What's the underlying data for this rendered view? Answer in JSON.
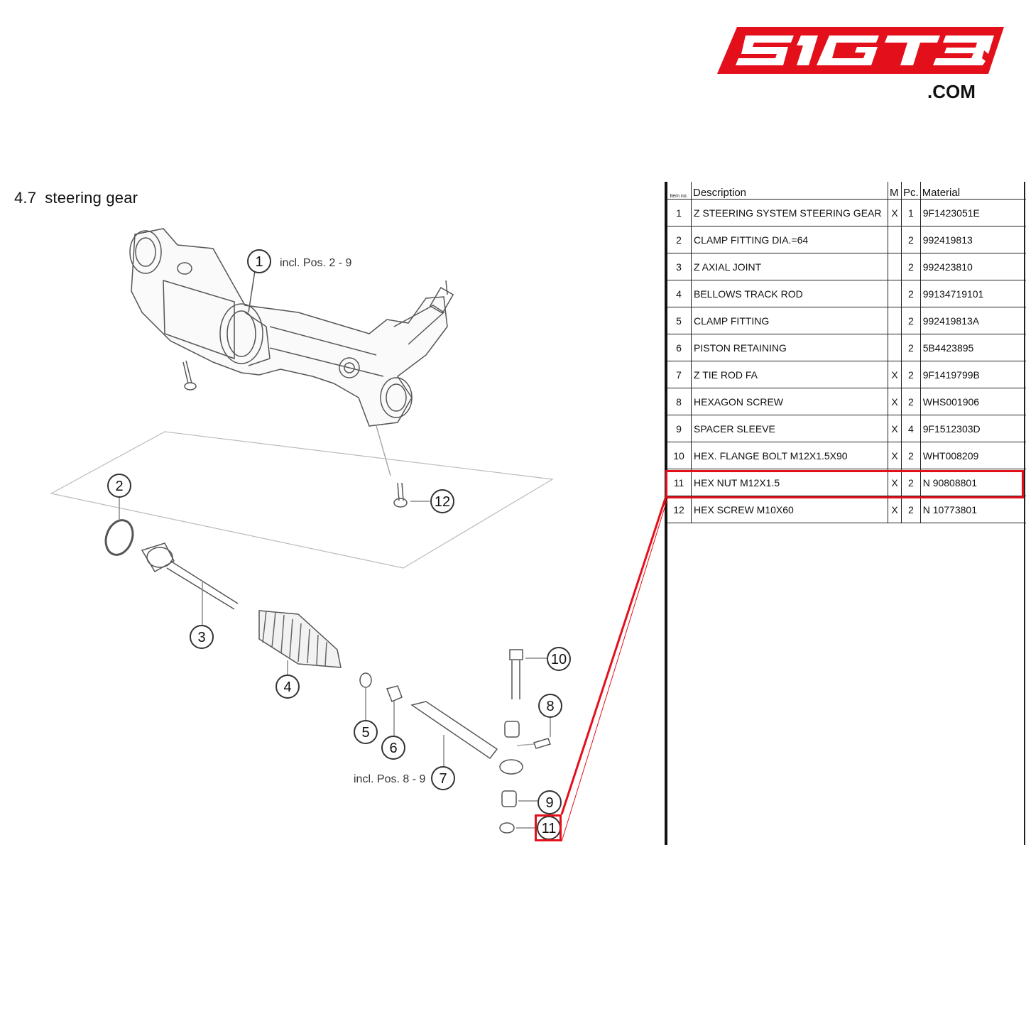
{
  "brand": {
    "logo_text": "SIGT3",
    "domain": ".COM",
    "color": "#e3101b"
  },
  "section": {
    "number": "4.7",
    "title": "steering gear"
  },
  "diagram": {
    "callouts": [
      "1",
      "2",
      "3",
      "4",
      "5",
      "6",
      "7",
      "8",
      "9",
      "10",
      "11",
      "12"
    ],
    "notes": {
      "pos1": "incl. Pos. 2 - 9",
      "pos7": "incl. Pos. 8 - 9"
    },
    "highlight_color": "#e3101b",
    "highlighted_item": "11"
  },
  "parts_table": {
    "headers": {
      "item": "Item no.",
      "description": "Description",
      "m": "M",
      "pc": "Pc.",
      "material": "Material"
    },
    "rows": [
      {
        "item": "1",
        "description": "Z STEERING SYSTEM STEERING GEAR",
        "m": "X",
        "pc": "1",
        "material": "9F1423051E"
      },
      {
        "item": "2",
        "description": "CLAMP FITTING DIA.=64",
        "m": "",
        "pc": "2",
        "material": "992419813"
      },
      {
        "item": "3",
        "description": "Z AXIAL JOINT",
        "m": "",
        "pc": "2",
        "material": "992423810"
      },
      {
        "item": "4",
        "description": "BELLOWS TRACK ROD",
        "m": "",
        "pc": "2",
        "material": "99134719101"
      },
      {
        "item": "5",
        "description": "CLAMP FITTING",
        "m": "",
        "pc": "2",
        "material": "992419813A"
      },
      {
        "item": "6",
        "description": "PISTON RETAINING",
        "m": "",
        "pc": "2",
        "material": "5B4423895"
      },
      {
        "item": "7",
        "description": "Z TIE ROD FA",
        "m": "X",
        "pc": "2",
        "material": "9F1419799B"
      },
      {
        "item": "8",
        "description": "HEXAGON SCREW",
        "m": "X",
        "pc": "2",
        "material": "WHS001906"
      },
      {
        "item": "9",
        "description": "SPACER SLEEVE",
        "m": "X",
        "pc": "4",
        "material": "9F1512303D"
      },
      {
        "item": "10",
        "description": "HEX. FLANGE BOLT M12X1.5X90",
        "m": "X",
        "pc": "2",
        "material": "WHT008209"
      },
      {
        "item": "11",
        "description": "HEX NUT M12X1.5",
        "m": "X",
        "pc": "2",
        "material": "N 90808801"
      },
      {
        "item": "12",
        "description": "HEX SCREW M10X60",
        "m": "X",
        "pc": "2",
        "material": "N 10773801"
      }
    ]
  }
}
